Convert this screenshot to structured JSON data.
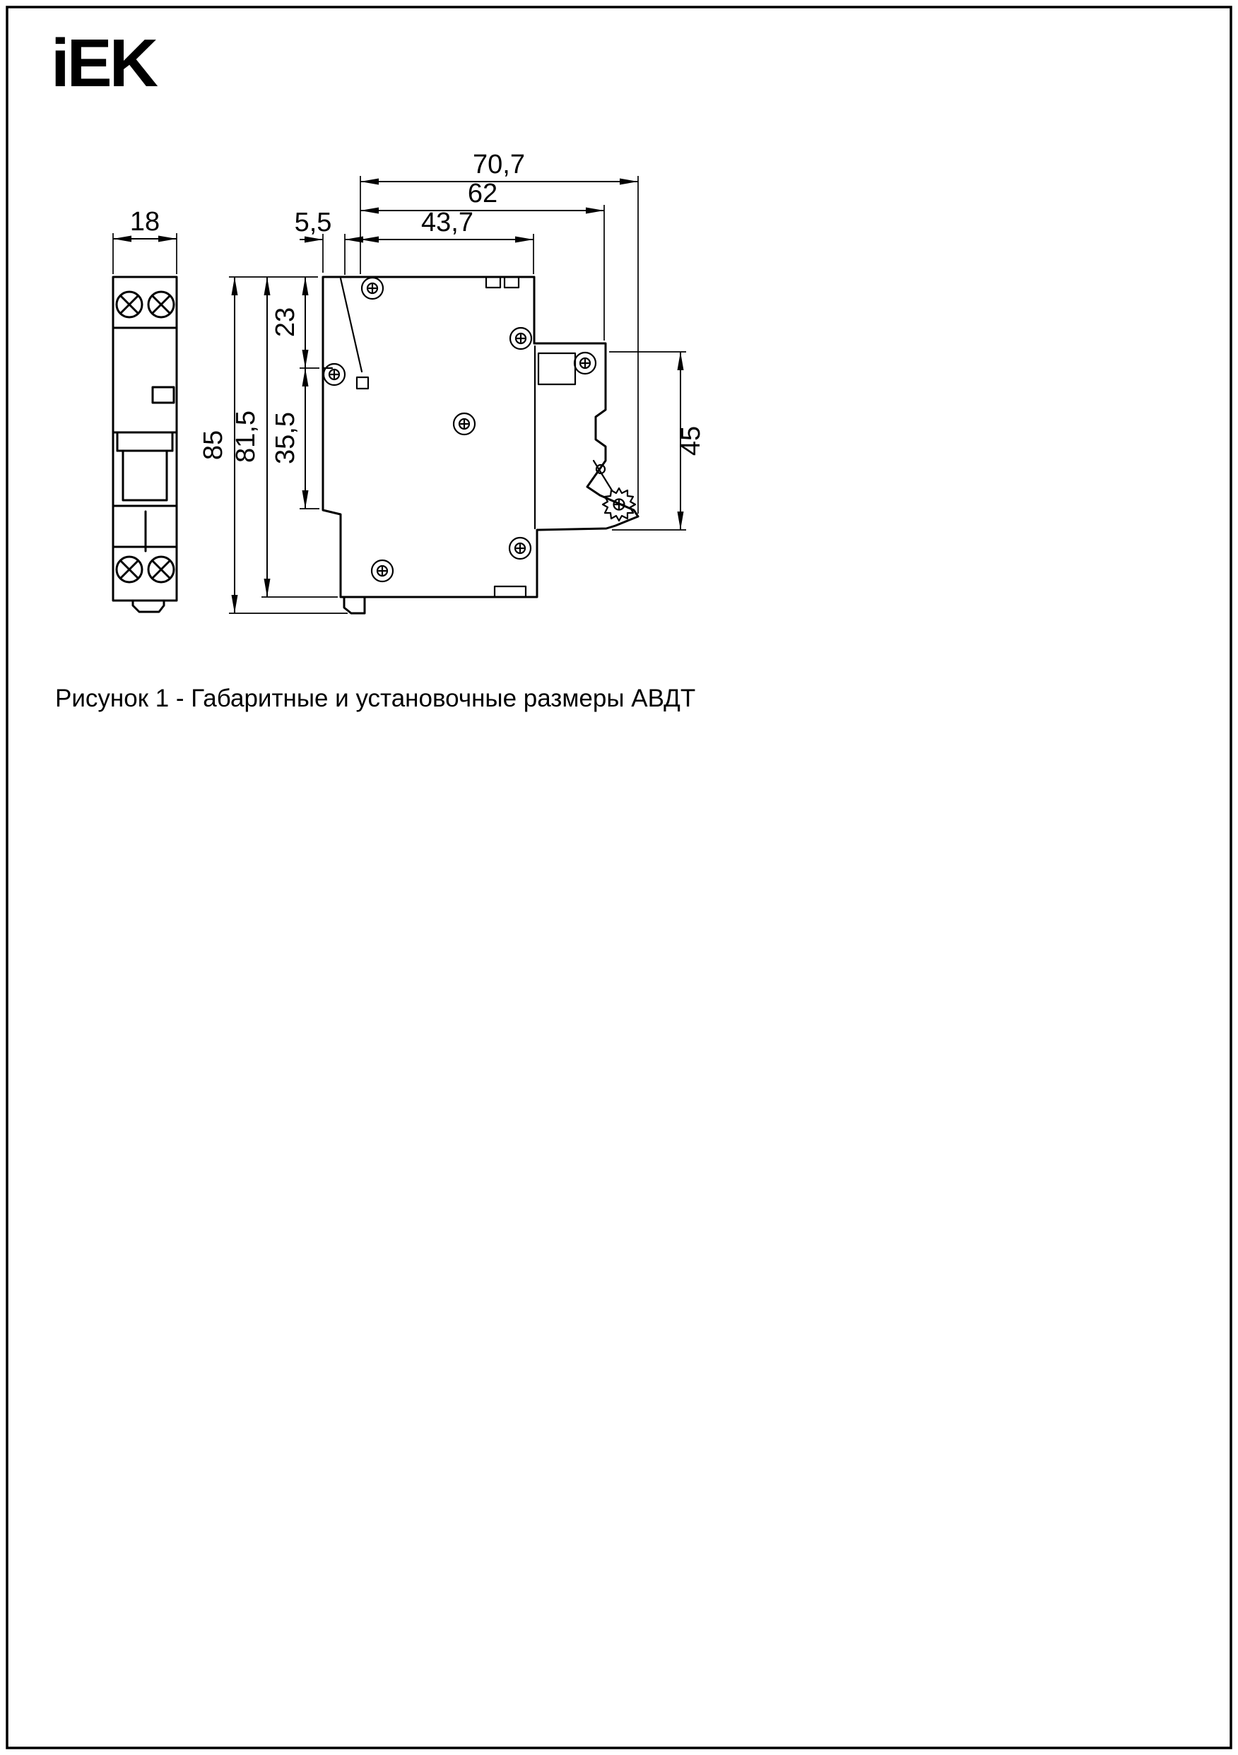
{
  "logo": {
    "text": "iEK"
  },
  "figure": {
    "caption": "Рисунок 1 - Габаритные и установочные размеры АВДТ"
  },
  "dimensions": {
    "front_width": "18",
    "overall_depth": "70,7",
    "depth_62": "62",
    "depth_43_7": "43,7",
    "offset_5_5": "5,5",
    "top_23": "23",
    "lever_35_5": "35,5",
    "height_85": "85",
    "height_81_5": "81,5",
    "din_rail_45": "45"
  }
}
